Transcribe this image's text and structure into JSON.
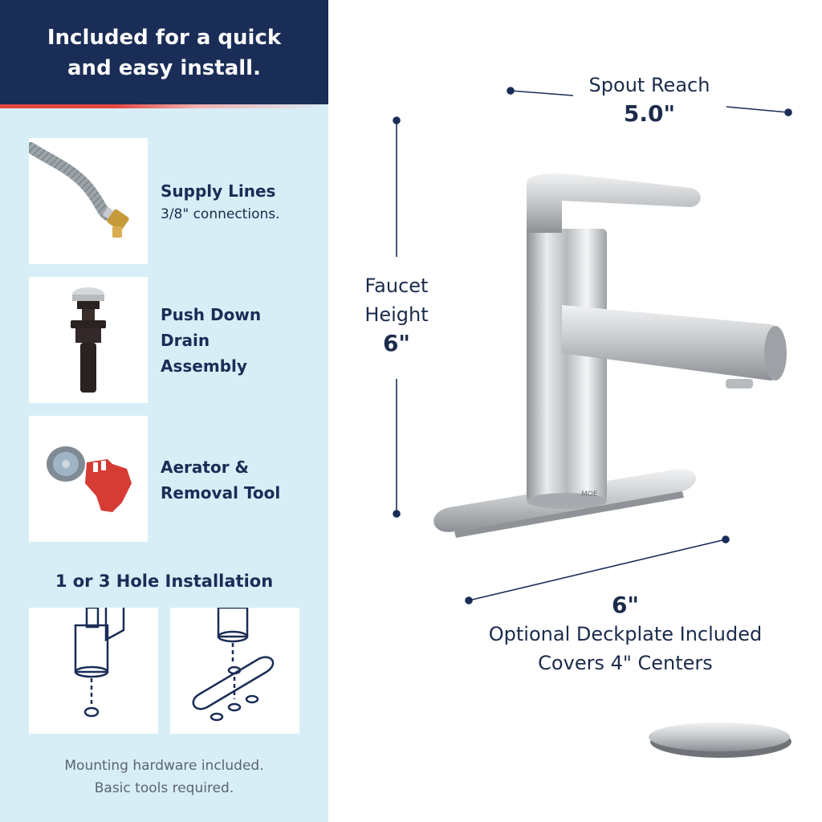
{
  "header": {
    "line1": "Included for a quick",
    "line2": "and easy install."
  },
  "items": [
    {
      "title_lines": [
        "Supply Lines"
      ],
      "subtitle": "3/8\" connections.",
      "icon": "supply-line-hose"
    },
    {
      "title_lines": [
        "Push Down",
        "Drain",
        "Assembly"
      ],
      "icon": "drain-assembly"
    },
    {
      "title_lines": [
        "Aerator &",
        "Removal Tool"
      ],
      "icon": "aerator-tool"
    }
  ],
  "installation": {
    "title": "1 or 3 Hole Installation",
    "diagrams": [
      "one-hole-diagram",
      "three-hole-diagram"
    ]
  },
  "note": {
    "line1": "Mounting hardware included.",
    "line2": "Basic tools required."
  },
  "dimensions": {
    "spout_reach": {
      "label": "Spout Reach",
      "value": "5.0\""
    },
    "faucet_height": {
      "label_line1": "Faucet",
      "label_line2": "Height",
      "value": "6\""
    },
    "deckplate": {
      "value": "6\"",
      "line1": "Optional Deckplate Included",
      "line2": "Covers 4\" Centers"
    }
  },
  "product": {
    "brand_mark": "MOE"
  },
  "colors": {
    "navy": "#1a2d56",
    "panel": "#d8eef7",
    "accent_red": "#e4473f",
    "text": "#1b2b4b"
  }
}
